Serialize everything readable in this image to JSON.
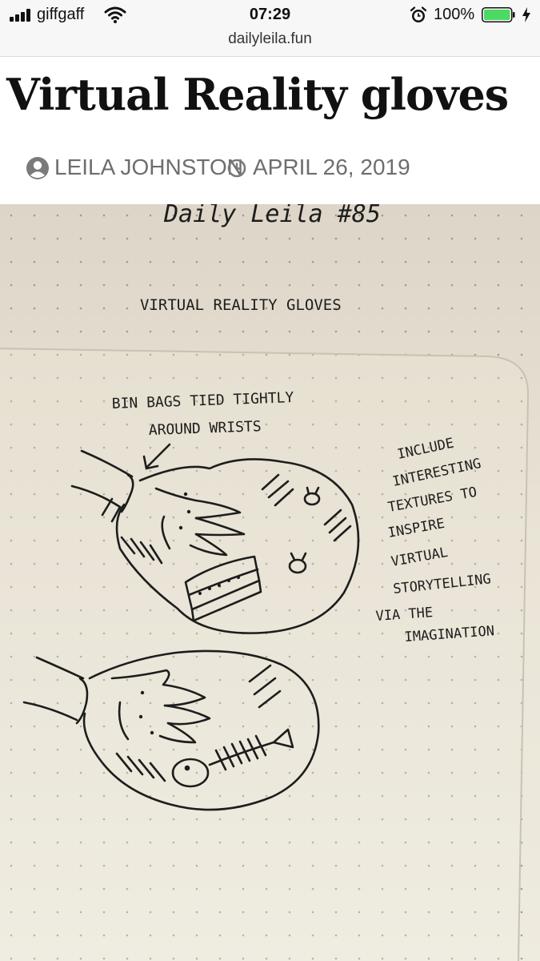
{
  "status_bar": {
    "carrier": "giffgaff",
    "time": "07:29",
    "battery_percent": "100%",
    "battery_level": 1.0,
    "battery_color": "#4cd964"
  },
  "browser": {
    "url": "dailyleila.fun"
  },
  "article": {
    "title": "Virtual Reality gloves",
    "author": "LEILA JOHNSTON",
    "date": "APRIL 26, 2019"
  },
  "sketch": {
    "heading": "Daily Leila #85",
    "title": "VIRTUAL REALITY GLOVES",
    "note_wrists_line1": "BIN BAGS TIED TIGHTLY",
    "note_wrists_line2": "AROUND WRISTS",
    "note_textures": [
      "INCLUDE",
      "INTERESTING",
      "TEXTURES TO",
      "INSPIRE",
      "VIRTUAL",
      "STORYTELLING",
      "VIA THE",
      "IMAGINATION"
    ]
  }
}
